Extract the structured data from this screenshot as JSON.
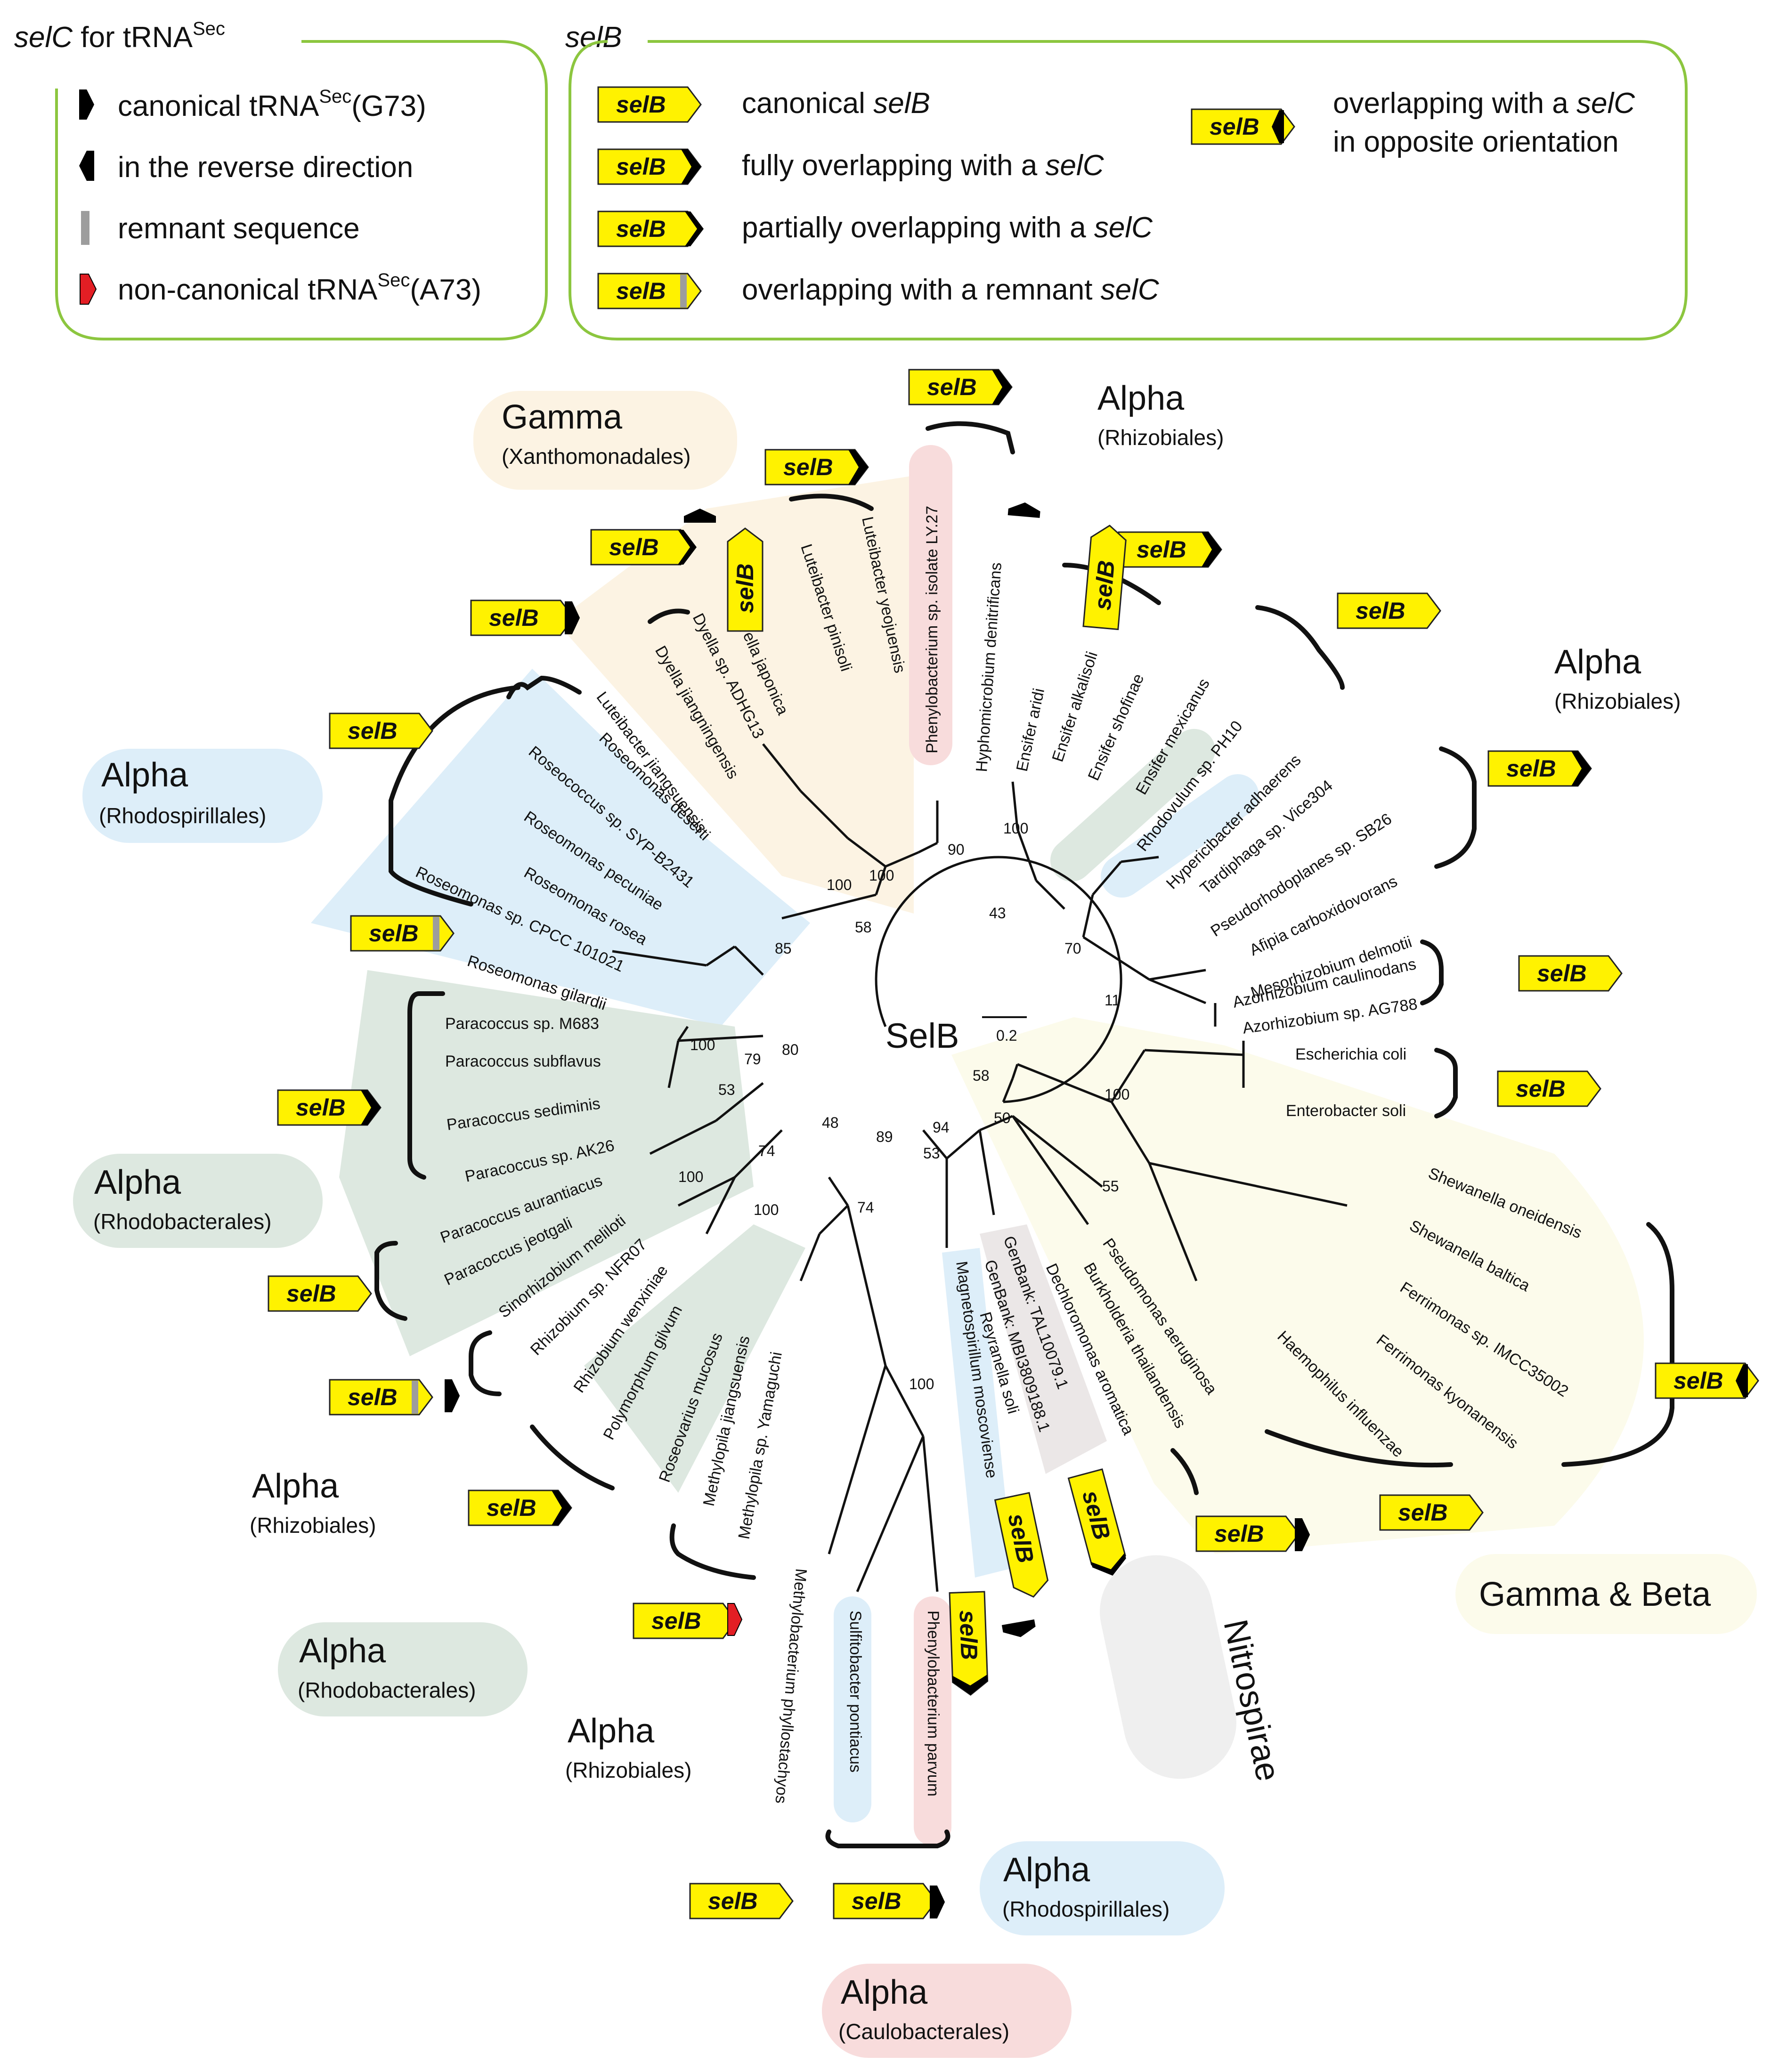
{
  "figure_title": "SelB",
  "scale_label": "0.2",
  "legend_selC": {
    "title_italic": "selC",
    "title_rest": " for tRNA",
    "title_sup": "Sec",
    "items": [
      {
        "pre": "canonical tRNA",
        "sup": "Sec",
        "post": "(G73)",
        "icon": "black-forward-tag-icon"
      },
      {
        "pre": "in the reverse direction",
        "sup": "",
        "post": "",
        "icon": "black-reverse-tag-icon"
      },
      {
        "pre": "remnant sequence",
        "sup": "",
        "post": "",
        "icon": "gray-bar-icon"
      },
      {
        "pre": "non-canonical tRNA",
        "sup": "Sec",
        "post": "(A73)",
        "icon": "red-tag-icon"
      }
    ]
  },
  "legend_selB": {
    "title": "selB",
    "items": [
      {
        "text_pre": "canonical ",
        "text_it": "selB",
        "text_post": ""
      },
      {
        "text_pre": "fully overlapping with a ",
        "text_it": "selC",
        "text_post": ""
      },
      {
        "text_pre": "partially overlapping with a ",
        "text_it": "selC",
        "text_post": ""
      },
      {
        "text_pre": "overlapping with a remnant ",
        "text_it": "selC",
        "text_post": ""
      }
    ],
    "extra_line1_pre": "overlapping with a ",
    "extra_line1_it": "selC",
    "extra_line2": "in opposite orientation"
  },
  "gene_label": "selB",
  "colors": {
    "green_box": "#8cc63f",
    "yellow": "#fff200",
    "red": "#e31e24",
    "gray": "#9d9d9d",
    "blue_bg": "#ddeef9",
    "green_bg": "#dde8e0",
    "tan_bg": "#fcf3e3",
    "pink_bg": "#f8dcdc",
    "beige_bg": "#fcfbeb",
    "nitro_bg": "#efefef"
  },
  "clades": [
    {
      "title": "Gamma",
      "sub": "(Xanthomonadales)"
    },
    {
      "title": "Alpha",
      "sub": "(Rhizobiales)"
    },
    {
      "title": "Alpha",
      "sub": "(Rhizobiales)"
    },
    {
      "title": "Alpha",
      "sub": "(Rhodospirillales)"
    },
    {
      "title": "Alpha",
      "sub": "(Rhodobacterales)"
    },
    {
      "title": "Alpha",
      "sub": "(Rhizobiales)"
    },
    {
      "title": "Alpha",
      "sub": "(Rhodobacterales)"
    },
    {
      "title": "Alpha",
      "sub": "(Rhizobiales)"
    },
    {
      "title": "Alpha",
      "sub": "(Rhodospirillales)"
    },
    {
      "title": "Alpha",
      "sub": "(Caulobacterales)"
    },
    {
      "title": "Gamma & Beta",
      "sub": ""
    },
    {
      "title": "Nitrospirae",
      "sub": ""
    }
  ],
  "taxa": [
    "Escherichia coli",
    "Enterobacter soli",
    "Shewanella oneidensis",
    "Shewanella baltica",
    "Ferrimonas sp. IMCC35002",
    "Ferrimonas kyonanensis",
    "Haemophilus influenzae",
    "Pseudomonas aeruginosa",
    "Burkholderia thailandensis",
    "Dechloromonas aromatica",
    "GenBank: TAL10079.1",
    "GenBank: MBI3809188.1",
    "Reyranella soli",
    "Magnetospirillum moscoviense",
    "Phenylobacterium parvum",
    "Sulfitobacter pontiacus",
    "Methylobacterium phyllostachyos",
    "Methylopila sp. Yamaguchi",
    "Methylopila jiangsuensis",
    "Roseovarius mucosus",
    "Polymorphum gilvum",
    "Rhizobium wenxiniae",
    "Rhizobium sp. NFR07",
    "Sinorhizobium meliloti",
    "Paracoccus jeotgali",
    "Paracoccus aurantiacus",
    "Paracoccus sp. AK26",
    "Paracoccus sediminis",
    "Paracoccus subflavus",
    "Paracoccus sp. M683",
    "Roseomonas gilardii",
    "Roseomonas sp. CPCC 101021",
    "Roseomonas rosea",
    "Roseomonas pecuniae",
    "Roseococcus sp. SYP-B2431",
    "Roseomonas deserti",
    "Luteibacter jiangsuensis",
    "Dyella jiangningensis",
    "Dyella sp. ADHG13",
    "Dyella japonica",
    "Luteibacter pinisoli",
    "Luteibacter yeojuensis",
    "Phenylobacterium sp. isolate LY.27",
    "Hyphomicrobium denitrificans",
    "Ensifer aridi",
    "Ensifer alkalisoli",
    "Ensifer shofinae",
    "Ensifer mexicanus",
    "Rhodovulum sp. PH10",
    "Hypericibacter adhaerens",
    "Tardiphaga sp. Vice304",
    "Pseudorhodoplanes sp. SB26",
    "Afipia carboxidovorans",
    "Mesorhizobium delmotii",
    "Azorhizobium caulinodans",
    "Azorhizobium sp. AG788"
  ],
  "bootstrap": [
    "100",
    "90",
    "100",
    "58",
    "43",
    "100",
    "70",
    "11",
    "85",
    "80",
    "79",
    "100",
    "53",
    "74",
    "100",
    "48",
    "89",
    "74",
    "100",
    "94",
    "53",
    "58",
    "50",
    "100",
    "55",
    "100"
  ]
}
